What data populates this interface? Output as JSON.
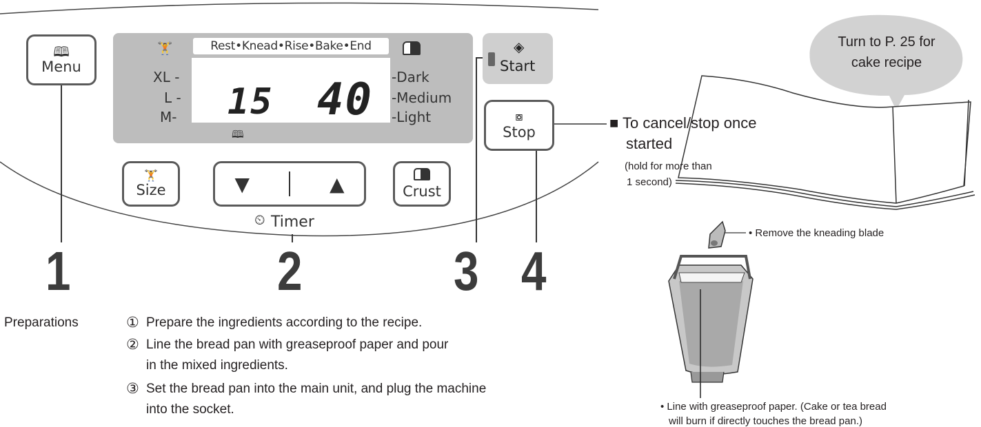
{
  "panel": {
    "menu_label": "Menu",
    "lcd_modes": "Rest•Knead•Rise•Bake•End",
    "size_levels": [
      "XL -",
      "L -",
      "M-"
    ],
    "crust_levels": [
      "-Dark",
      "-Medium",
      "-Light"
    ],
    "display_left": "15",
    "display_right": "40",
    "start_label": "Start",
    "stop_label": "Stop",
    "size_label": "Size",
    "crust_label": "Crust",
    "timer_label": "Timer",
    "down_arrow": "▼",
    "up_arrow": "▲"
  },
  "steps": [
    "1",
    "2",
    "3",
    "4"
  ],
  "stop_note": {
    "line1": "■ To cancel/stop once",
    "line2": "started",
    "line3": "(hold for more than",
    "line4": "1 second)"
  },
  "bubble": {
    "line1": "Turn to P. 25 for",
    "line2": "cake recipe"
  },
  "blade_note": "• Remove the kneading blade",
  "paper_note": {
    "line1": "• Line with greaseproof paper. (Cake or tea bread",
    "line2": "will burn if directly touches the bread pan.)"
  },
  "preparations": {
    "heading": "Preparations",
    "items": [
      {
        "marker": "①",
        "line1": "Prepare the ingredients according to the recipe.",
        "line2": ""
      },
      {
        "marker": "②",
        "line1": "Line the bread pan with greaseproof paper and pour",
        "line2": "in the mixed ingredients."
      },
      {
        "marker": "③",
        "line1": "Set the bread pan into the main unit, and plug the machine",
        "line2": "into the socket."
      }
    ]
  },
  "colors": {
    "lcd_bg": "#bdbdbd",
    "lcd_screen": "#ffffff",
    "start_bg": "#cfcfcf",
    "bubble": "#d2d2d2",
    "outline": "#5a5a5a"
  }
}
